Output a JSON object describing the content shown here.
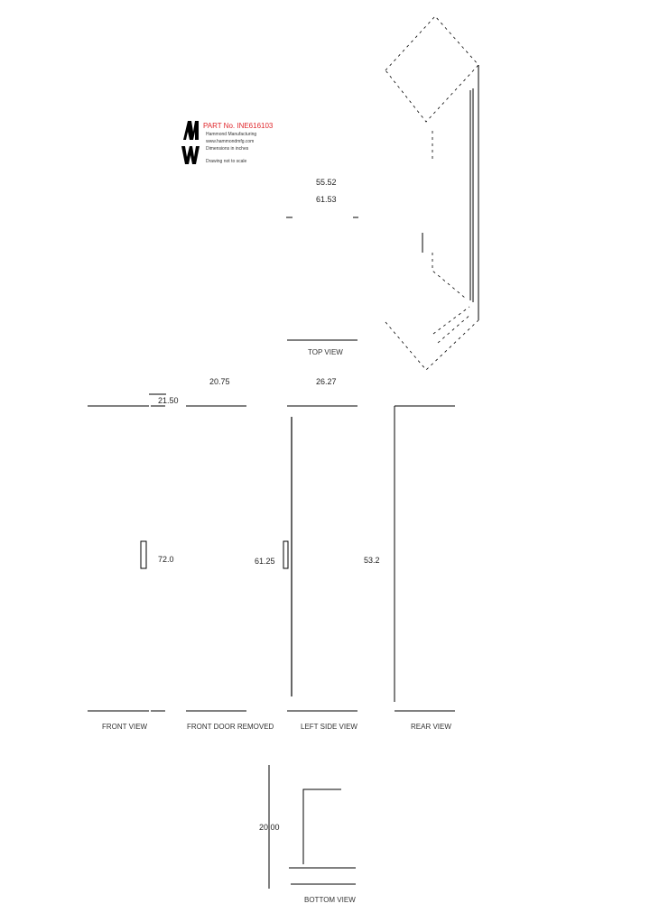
{
  "logo": {
    "mark": "HW",
    "part_number": "PART No. INE616103",
    "tagline": "Hammond Manufacturing",
    "website": "www.hammondmfg.com",
    "line3": "Dimensions in inches",
    "line4": "Drawing not to scale"
  },
  "top_view": {
    "dims": [
      "55.52",
      "61.53"
    ],
    "label": "TOP VIEW"
  },
  "dimensions": {
    "front_width": "21.50",
    "front_door_removed_width": "20.75",
    "left_side_width": "26.27",
    "front_height": "72.0",
    "door_removed_height": "61.25",
    "left_side_height": "53.2",
    "bottom_depth": "20.00"
  },
  "views": {
    "front": "FRONT VIEW",
    "front_door_removed": "FRONT DOOR REMOVED",
    "left_side": "LEFT SIDE VIEW",
    "rear": "REAR VIEW",
    "bottom": "BOTTOM VIEW"
  }
}
